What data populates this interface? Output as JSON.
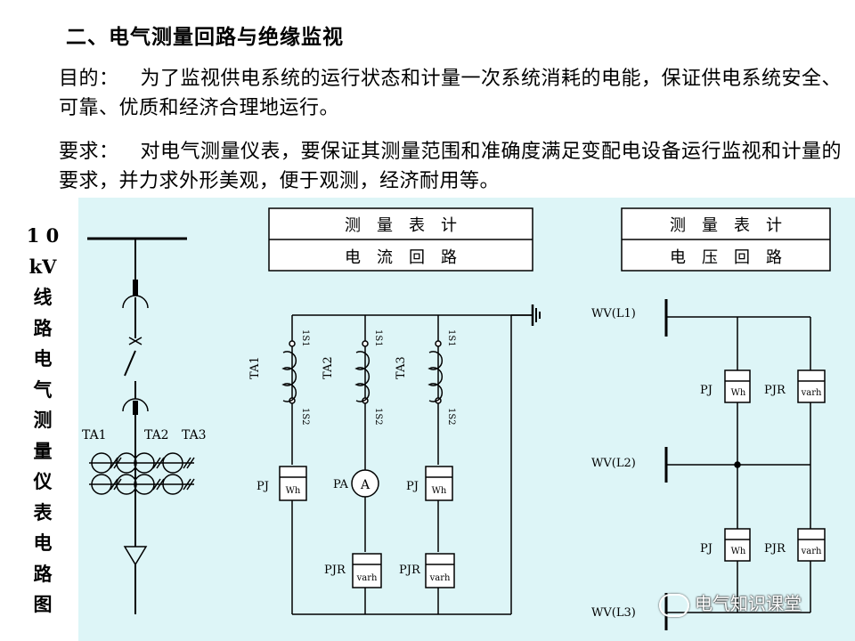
{
  "heading": "二、电气测量回路与绝缘监视",
  "purpose": {
    "label": "目的：",
    "text": "为了监视供电系统的运行状态和计量一次系统消耗的电能，保证供电系统安全、可靠、优质和经济合理地运行。"
  },
  "requirement": {
    "label": "要求：",
    "text": "对电气测量仪表，要保证其测量范围和准确度满足变配电设备运行监视和计量的要求，并力求外形美观，便于观测，经济耐用等。"
  },
  "side_title": [
    "1 0",
    "kV",
    "线",
    "路",
    "电",
    "气",
    "测",
    "量",
    "仪",
    "表",
    "电",
    "路",
    "图"
  ],
  "diagram": {
    "ct_labels": [
      "TA1",
      "TA2",
      "TA3"
    ],
    "current_box": {
      "row1": "测　量　表　计",
      "row2": "电　流　回　路"
    },
    "voltage_box": {
      "row1": "测　量　表　计",
      "row2": "电　压　回　路"
    },
    "ct_names": [
      "TA1",
      "TA2",
      "TA3"
    ],
    "terminal_top": "1S1",
    "terminal_bottom": "1S2",
    "meters": {
      "pj": "PJ",
      "pa": "PA",
      "pjr": "PJR",
      "wh": "Wh",
      "varh": "varh",
      "ammeter": "A"
    },
    "buses": [
      "WV(L1)",
      "WV(L2)",
      "WV(L3)"
    ]
  },
  "watermark": "电气知识课堂",
  "colors": {
    "panel": "#ddf5f7",
    "line": "#000000"
  }
}
